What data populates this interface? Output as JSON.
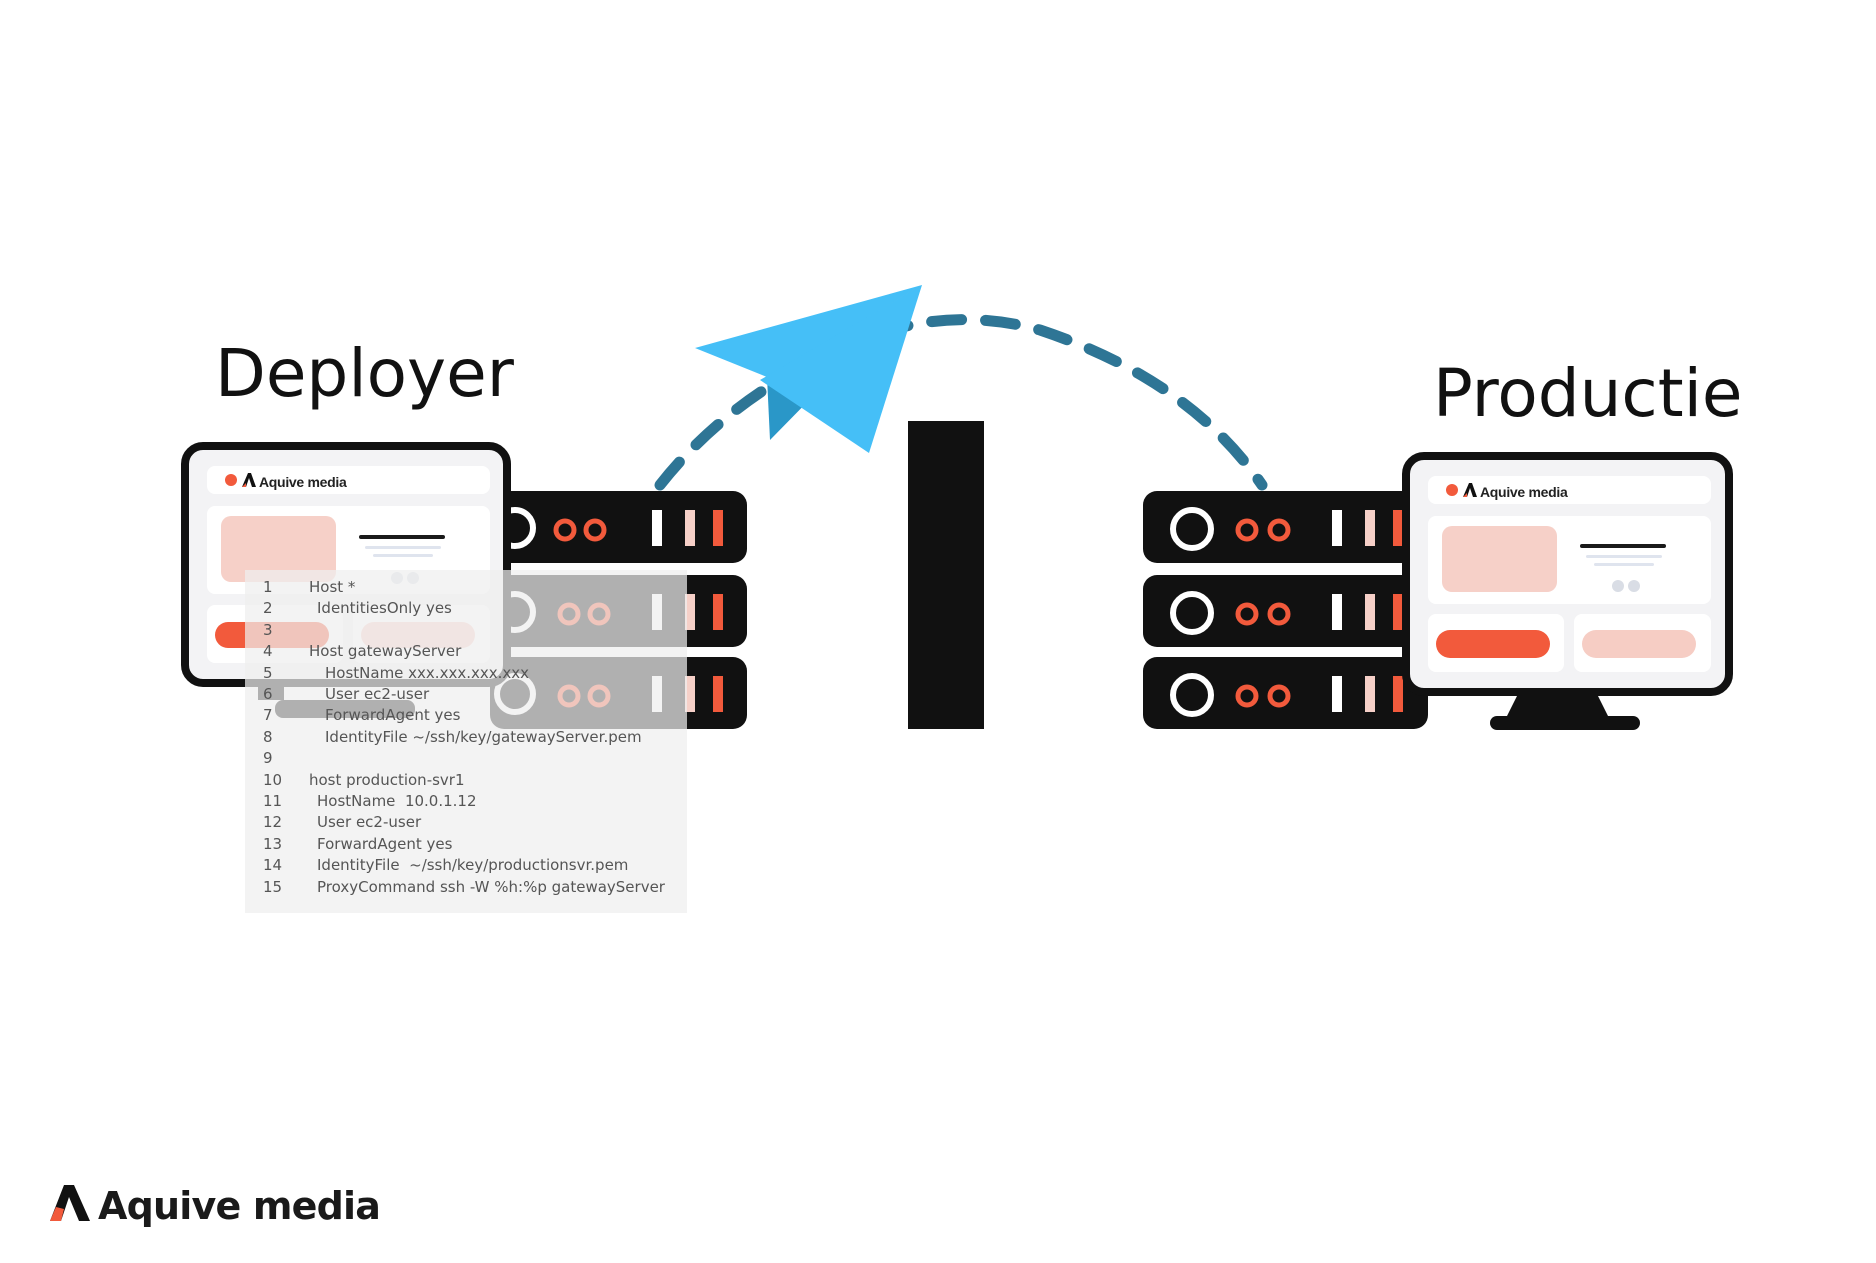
{
  "labels": {
    "deployer": "Deployer",
    "productie": "Productie"
  },
  "brand": {
    "name": "Aquive media",
    "accent_color": "#f25a3c",
    "pink_color": "#f6d0c8"
  },
  "arrow": {
    "color": "#2e7595",
    "icon": "paper-plane-icon",
    "plane_color": "#45bff7"
  },
  "firewall": {
    "color": "#111111"
  },
  "ssh_config": [
    {
      "n": "1",
      "text": "Host *",
      "indent": 0
    },
    {
      "n": "2",
      "text": "IdentitiesOnly yes",
      "indent": 1
    },
    {
      "n": "3",
      "text": "",
      "indent": 0
    },
    {
      "n": "4",
      "text": "Host gatewayServer",
      "indent": 0
    },
    {
      "n": "5",
      "text": "HostName xxx.xxx.xxx.xxx",
      "indent": 2
    },
    {
      "n": "6",
      "text": "User ec2-user",
      "indent": 2
    },
    {
      "n": "7",
      "text": "ForwardAgent yes",
      "indent": 2
    },
    {
      "n": "8",
      "text": "IdentityFile ~/ssh/key/gatewayServer.pem",
      "indent": 2
    },
    {
      "n": "9",
      "text": "",
      "indent": 0
    },
    {
      "n": "10",
      "text": "host production-svr1",
      "indent": 0
    },
    {
      "n": "11",
      "text": "HostName  10.0.1.12",
      "indent": 1
    },
    {
      "n": "12",
      "text": "User ec2-user",
      "indent": 1
    },
    {
      "n": "13",
      "text": "ForwardAgent yes",
      "indent": 1
    },
    {
      "n": "14",
      "text": "IdentityFile  ~/ssh/key/productionsvr.pem",
      "indent": 1
    },
    {
      "n": "15",
      "text": "ProxyCommand ssh -W %h:%p gatewayServer",
      "indent": 1
    }
  ]
}
